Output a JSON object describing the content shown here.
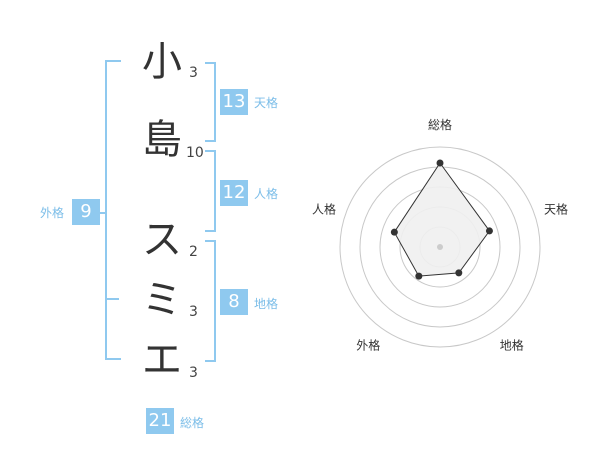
{
  "characters": [
    {
      "char": "小",
      "strokes": "3"
    },
    {
      "char": "島",
      "strokes": "10"
    },
    {
      "char": "ス",
      "strokes": "2"
    },
    {
      "char": "ミ",
      "strokes": "3"
    },
    {
      "char": "エ",
      "strokes": "3"
    }
  ],
  "fortunes": {
    "tenkaku": {
      "value": "13",
      "label": "天格"
    },
    "jinkaku": {
      "value": "12",
      "label": "人格"
    },
    "chikaku": {
      "value": "8",
      "label": "地格"
    },
    "gaikaku": {
      "value": "9",
      "label": "外格"
    },
    "soukaku": {
      "value": "21",
      "label": "総格"
    }
  },
  "colors": {
    "accent": "#8fc9ef",
    "label": "#7bbde8",
    "text": "#333333"
  },
  "chart_data": {
    "type": "radar",
    "axes": [
      "総格",
      "天格",
      "地格",
      "外格",
      "人格"
    ],
    "values": [
      21,
      13,
      8,
      9,
      12
    ],
    "rings": 5,
    "grid": true
  }
}
